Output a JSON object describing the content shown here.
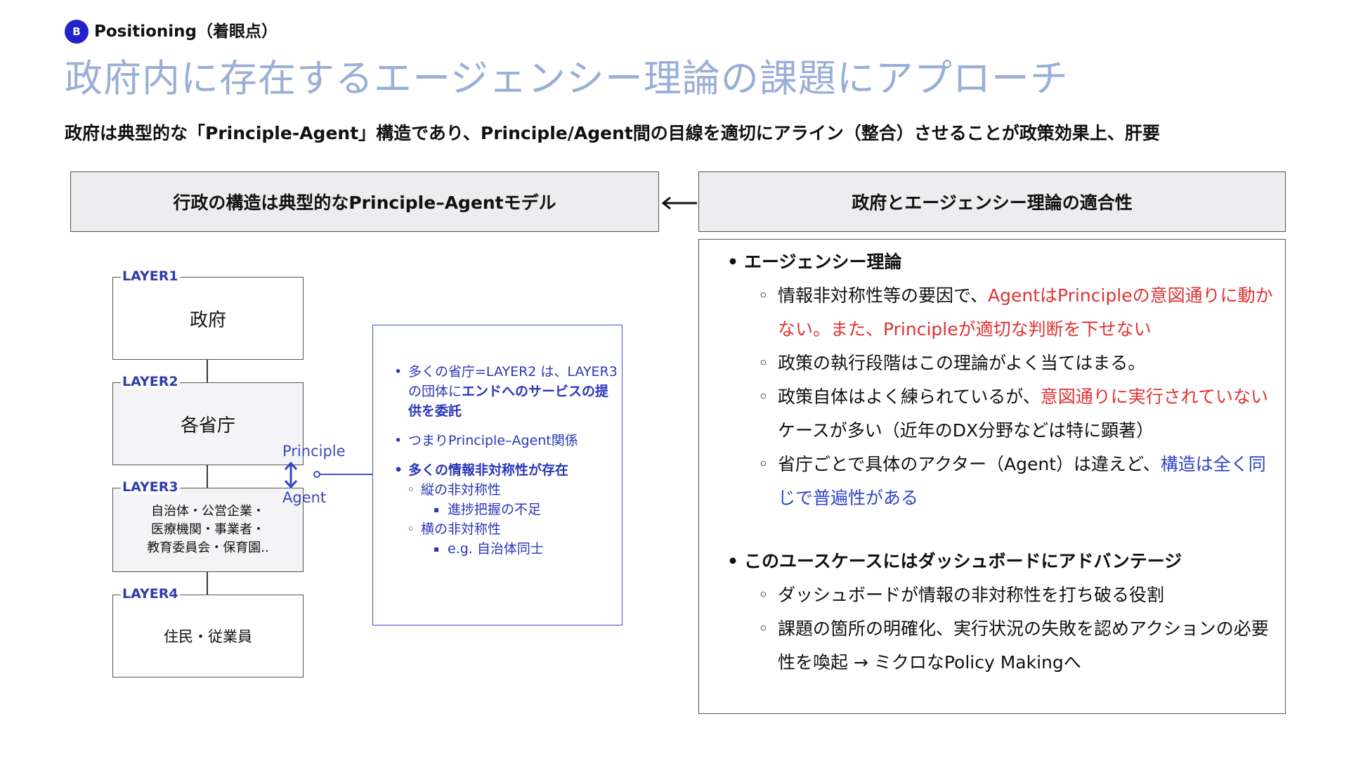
{
  "header": {
    "badge": "B",
    "section_label": "Positioning（着眼点）",
    "title": "政府内に存在するエージェンシー理論の課題にアプローチ",
    "subtitle": "政府は典型的な「Principle-Agent」構造であり、Principle/Agent間の目線を適切にアライン（整合）させることが政策効果上、肝要"
  },
  "left_panel": {
    "header": "行政の構造は典型的なPrinciple–Agentモデル",
    "layers": [
      {
        "tag": "LAYER1",
        "label": "政府"
      },
      {
        "tag": "LAYER2",
        "label": "各省庁"
      },
      {
        "tag": "LAYER3",
        "lines": [
          "自治体・公営企業・",
          "医療機関・事業者・",
          "教育委員会・保育園.."
        ]
      },
      {
        "tag": "LAYER4",
        "label": "住民・従業員"
      }
    ],
    "principle_label": "Principle",
    "agent_label": "Agent",
    "info": {
      "item1_a": "多くの省庁=LAYER2 は、LAYER3の団体に",
      "item1_b": "エンドへのサービスの提供を委託",
      "item2": "つまりPrinciple–Agent関係",
      "item3": "多くの情報非対称性が存在",
      "sub1": "縦の非対称性",
      "subsub1": "進捗把握の不足",
      "sub2": "横の非対称性",
      "subsub2": "e.g. 自治体同士"
    }
  },
  "right_panel": {
    "header": "政府とエージェンシー理論の適合性",
    "bullet1": "エージェンシー理論",
    "b1_s1_a": "情報非対称性等の要因で、",
    "b1_s1_b": "AgentはPrincipleの意図通りに動かない。また、Principleが適切な判断を下せない",
    "b1_s2": "政策の執行段階はこの理論がよく当てはまる。",
    "b1_s3_a": "政策自体はよく練られているが、",
    "b1_s3_b": "意図通りに実行されていない",
    "b1_s3_c": "ケースが多い（近年のDX分野などは特に顕著）",
    "b1_s4_a": "省庁ごとで具体のアクター（Agent）は違えど、",
    "b1_s4_b": "構造は全く同じで普遍性がある",
    "bullet2": "このユースケースにはダッシュボードにアドバンテージ",
    "b2_s1": "ダッシュボードが情報の非対称性を打ち破る役割",
    "b2_s2": "課題の箇所の明確化、実行状況の失敗を認めアクションの必要性を喚起 → ミクロなPolicy Makingへ"
  },
  "colors": {
    "badge": "#2222cc",
    "title": "#9aaed6",
    "accent_blue": "#2f45c7",
    "accent_red": "#e03232"
  }
}
